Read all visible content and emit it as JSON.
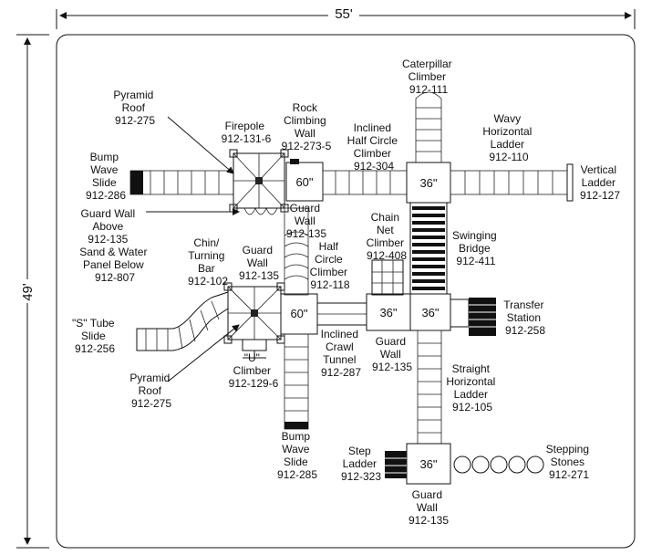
{
  "dimensions": {
    "width": "55'",
    "height": "49'"
  },
  "decks": [
    "60\"",
    "36\"",
    "60\"",
    "36\"",
    "36\"",
    "36\""
  ],
  "components": {
    "pyramid_roof_top": [
      "Pyramid",
      "Roof",
      "912-275"
    ],
    "firepole": [
      "Firepole",
      "912-131-6"
    ],
    "rock_climbing_wall": [
      "Rock",
      "Climbing",
      "Wall",
      "912-273-5"
    ],
    "inclined_half_circle_climber": [
      "Inclined",
      "Half Circle",
      "Climber",
      "912-304"
    ],
    "caterpillar_climber": [
      "Caterpillar",
      "Climber",
      "912-111"
    ],
    "wavy_horizontal_ladder": [
      "Wavy",
      "Horizontal",
      "Ladder",
      "912-110"
    ],
    "vertical_ladder": [
      "Vertical",
      "Ladder",
      "912-127"
    ],
    "bump_wave_slide_left": [
      "Bump",
      "Wave",
      "Slide",
      "912-286"
    ],
    "guard_wall_above": [
      "Guard Wall",
      "Above",
      "912-135",
      "Sand & Water",
      "Panel Below",
      "912-807"
    ],
    "guard_wall_upper": [
      "Guard",
      "Wall",
      "912-135"
    ],
    "chain_net_climber": [
      "Chain",
      "Net",
      "Climber",
      "912-408"
    ],
    "swinging_bridge": [
      "Swinging",
      "Bridge",
      "912-411"
    ],
    "chin_turning_bar": [
      "Chin/",
      "Turning",
      "Bar",
      "912-102"
    ],
    "guard_wall_mid": [
      "Guard",
      "Wall",
      "912-135"
    ],
    "half_circle_climber": [
      "Half",
      "Circle",
      "Climber",
      "912-118"
    ],
    "transfer_station": [
      "Transfer",
      "Station",
      "912-258"
    ],
    "s_tube_slide": [
      "\"S\" Tube",
      "Slide",
      "912-256"
    ],
    "inclined_crawl_tunnel": [
      "Inclined",
      "Crawl",
      "Tunnel",
      "912-287"
    ],
    "guard_wall_center": [
      "Guard",
      "Wall",
      "912-135"
    ],
    "u_climber": [
      "\"U\"",
      "Climber",
      "912-129-6"
    ],
    "straight_horizontal_ladder": [
      "Straight",
      "Horizontal",
      "Ladder",
      "912-105"
    ],
    "pyramid_roof_bottom": [
      "Pyramid",
      "Roof",
      "912-275"
    ],
    "bump_wave_slide_bottom": [
      "Bump",
      "Wave",
      "Slide",
      "912-285"
    ],
    "step_ladder": [
      "Step",
      "Ladder",
      "912-323"
    ],
    "stepping_stones": [
      "Stepping",
      "Stones",
      "912-271"
    ],
    "guard_wall_bottom": [
      "Guard",
      "Wall",
      "912-135"
    ]
  }
}
